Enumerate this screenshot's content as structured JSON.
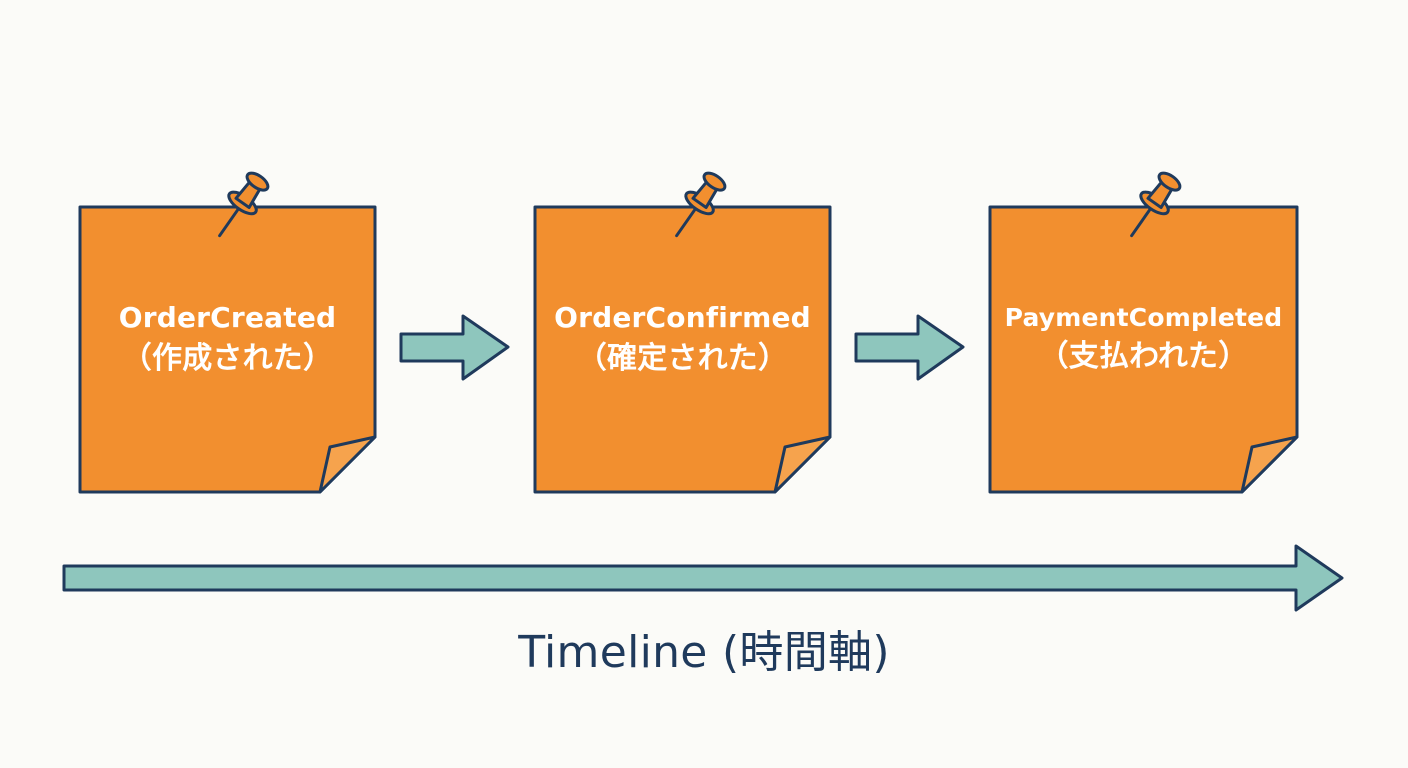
{
  "colors": {
    "background": "#fbfbf8",
    "note_fill": "#f28f2f",
    "note_fold": "#f6a34d",
    "outline": "#1f3a5c",
    "arrow_fill": "#8ec6bd",
    "pin_fill": "#f28f2f",
    "label_text": "#ffffff",
    "timeline_text": "#1f3a5c"
  },
  "notes": [
    {
      "title": "OrderCreated",
      "subtitle": "（作成された）"
    },
    {
      "title": "OrderConfirmed",
      "subtitle": "（確定された）"
    },
    {
      "title": "PaymentCompleted",
      "subtitle": "（支払われた）"
    }
  ],
  "timeline": {
    "label": "Timeline (時間軸)"
  },
  "icons": {
    "pin": "pushpin-icon",
    "arrow": "arrow-right-icon"
  }
}
